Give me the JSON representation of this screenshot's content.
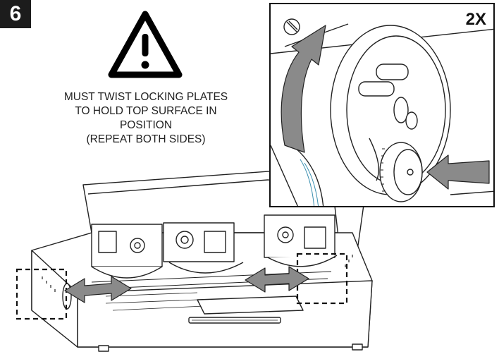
{
  "step": {
    "number": "6"
  },
  "warning": {
    "icon": "warning-triangle-icon",
    "lines": [
      "MUST TWIST LOCKING PLATES",
      "TO HOLD TOP SURFACE IN",
      "POSITION",
      "(REPEAT BOTH SIDES)"
    ]
  },
  "inset": {
    "label": "2X"
  },
  "colors": {
    "badge": "#1c1c1c",
    "arrow_fill": "#8a8a8a",
    "line": "#222222"
  }
}
